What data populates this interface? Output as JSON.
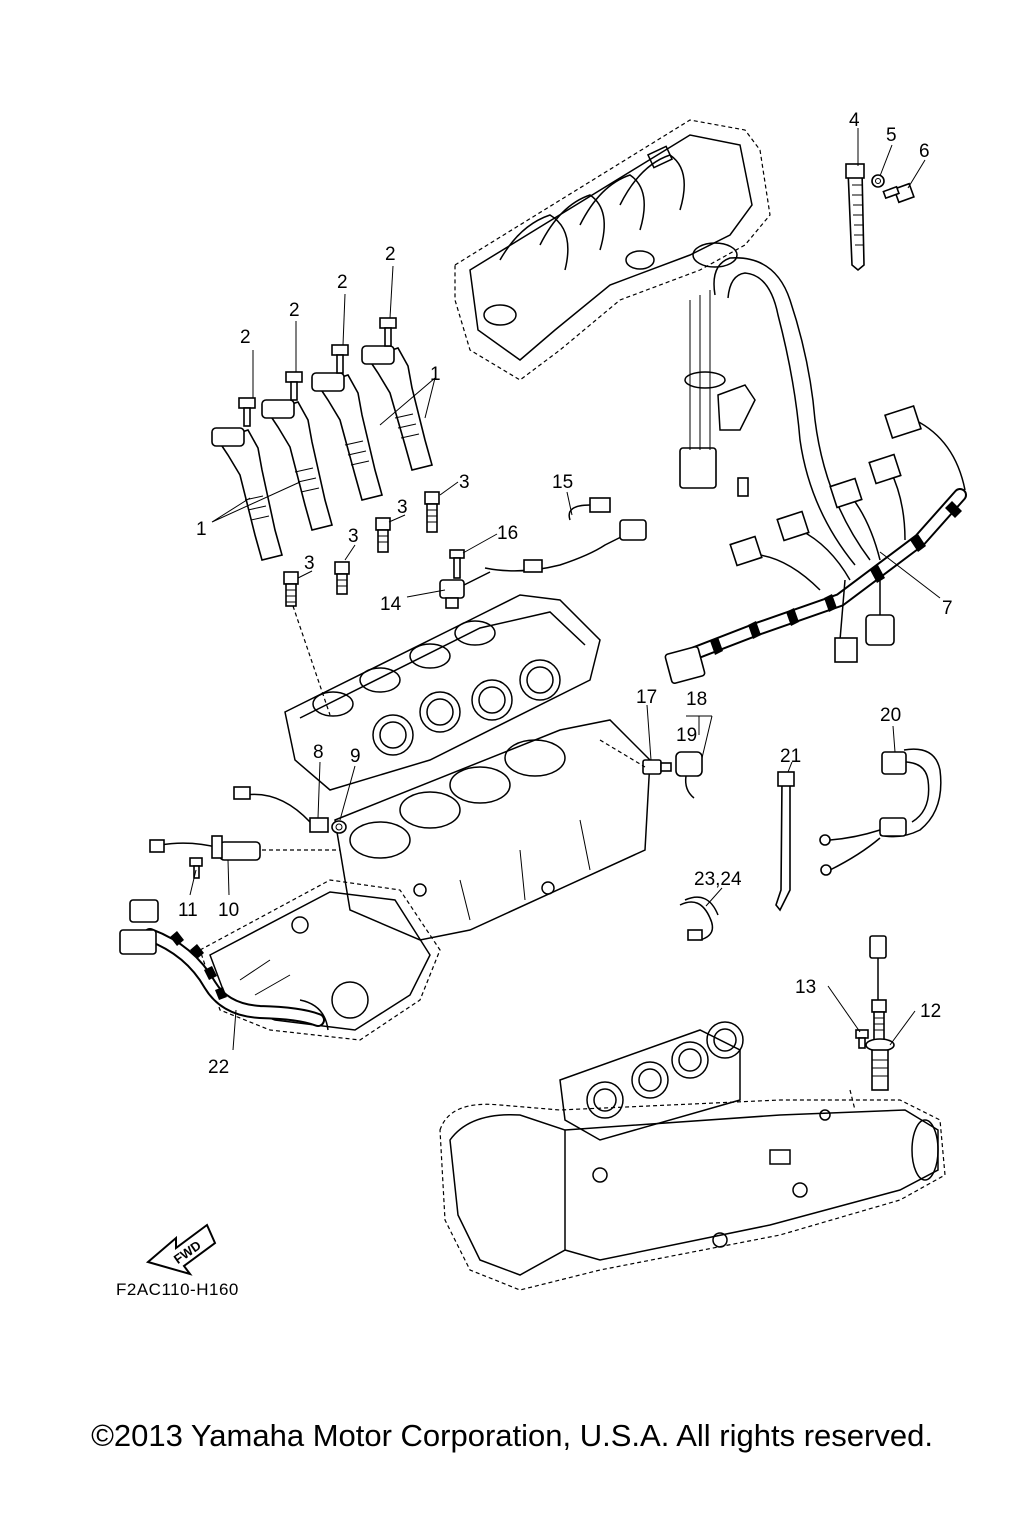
{
  "callouts": {
    "c1a": "1",
    "c1b": "1",
    "c2a": "2",
    "c2b": "2",
    "c2c": "2",
    "c2d": "2",
    "c3a": "3",
    "c3b": "3",
    "c3c": "3",
    "c3d": "3",
    "c4": "4",
    "c5": "5",
    "c6": "6",
    "c7": "7",
    "c8": "8",
    "c9": "9",
    "c10": "10",
    "c11": "11",
    "c12": "12",
    "c13": "13",
    "c14": "14",
    "c15": "15",
    "c16": "16",
    "c17": "17",
    "c18": "18",
    "c19": "19",
    "c20": "20",
    "c21": "21",
    "c22": "22",
    "c2324": "23,24"
  },
  "fwd_arrow_label": "FWD",
  "diagram_code": "F2AC110-H160",
  "copyright": "©2013 Yamaha Motor Corporation, U.S.A. All rights reserved."
}
